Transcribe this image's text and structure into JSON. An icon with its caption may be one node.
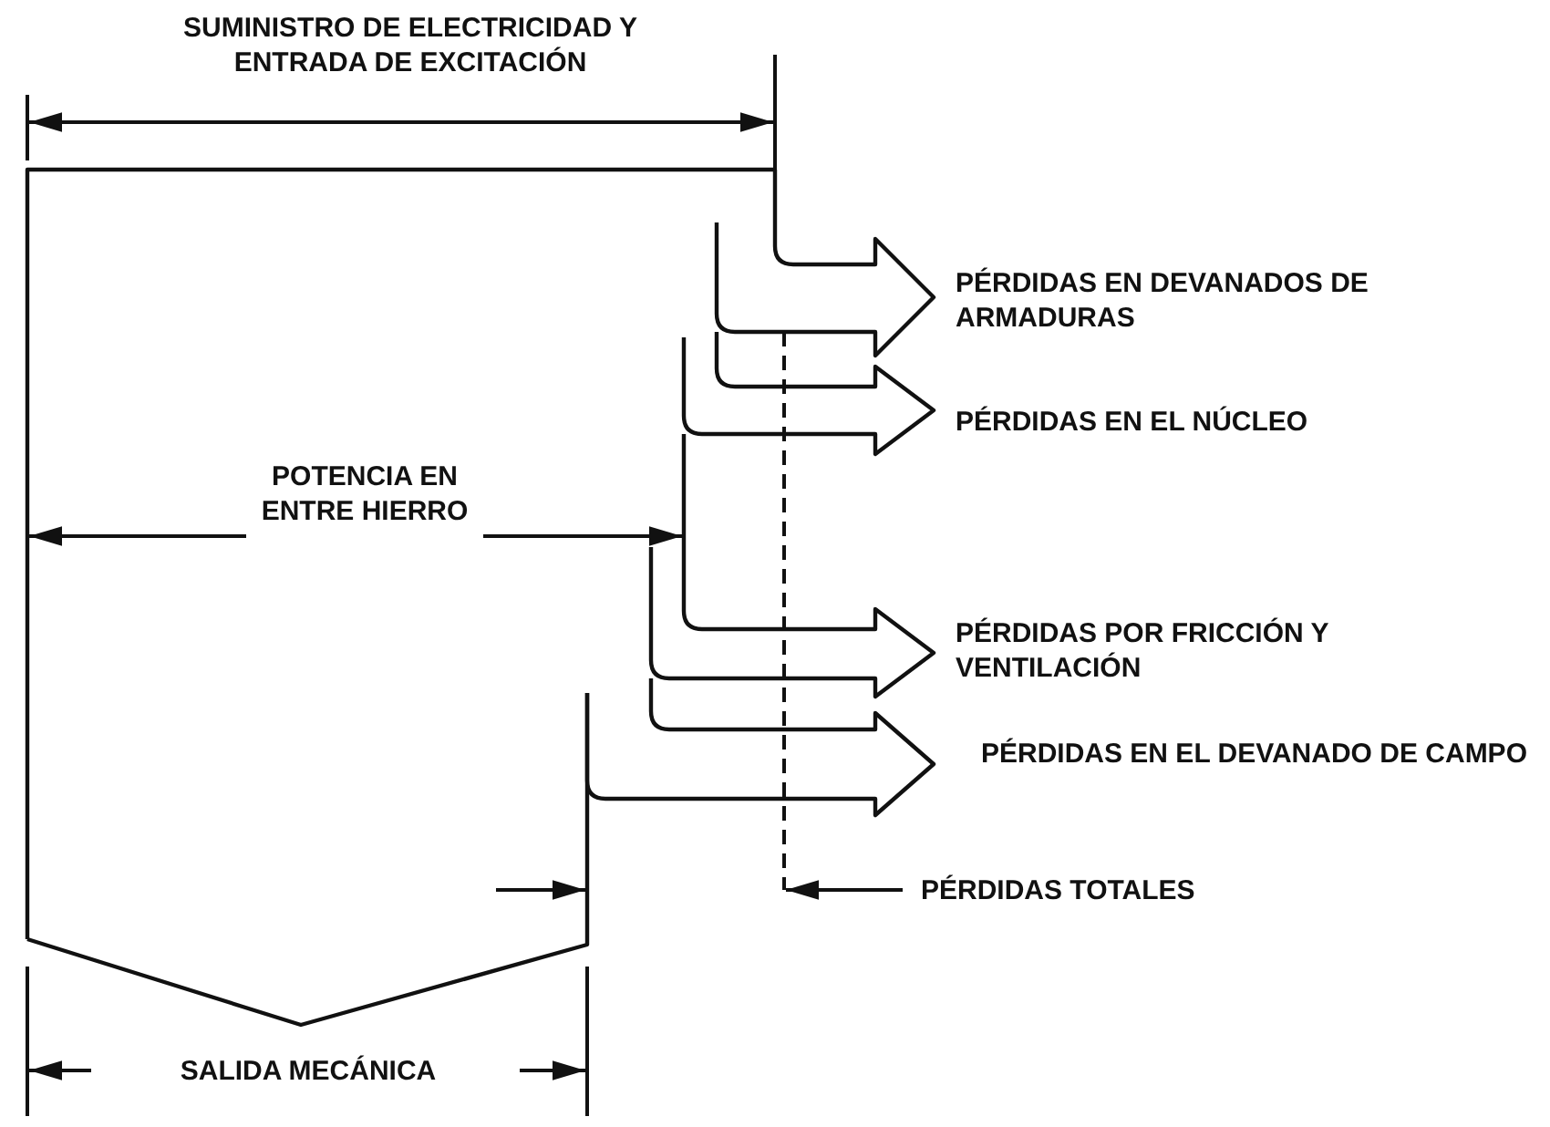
{
  "diagram": {
    "labels": [
      "SUMINISTRO DE ELECTRICIDAD Y ENTRADA DE EXCITACIÓN",
      "PÉRDIDAS EN DEVANADOS DE ARMADURAS",
      "PÉRDIDAS EN EL NÚCLEO",
      "POTENCIA EN ENTRE HIERRO",
      "PÉRDIDAS POR FRICCIÓN Y VENTILACIÓN",
      "PÉRDIDAS EN EL DEVANADO DE CAMPO",
      "PÉRDIDAS TOTALES",
      "SALIDA MECÁNICA"
    ]
  }
}
